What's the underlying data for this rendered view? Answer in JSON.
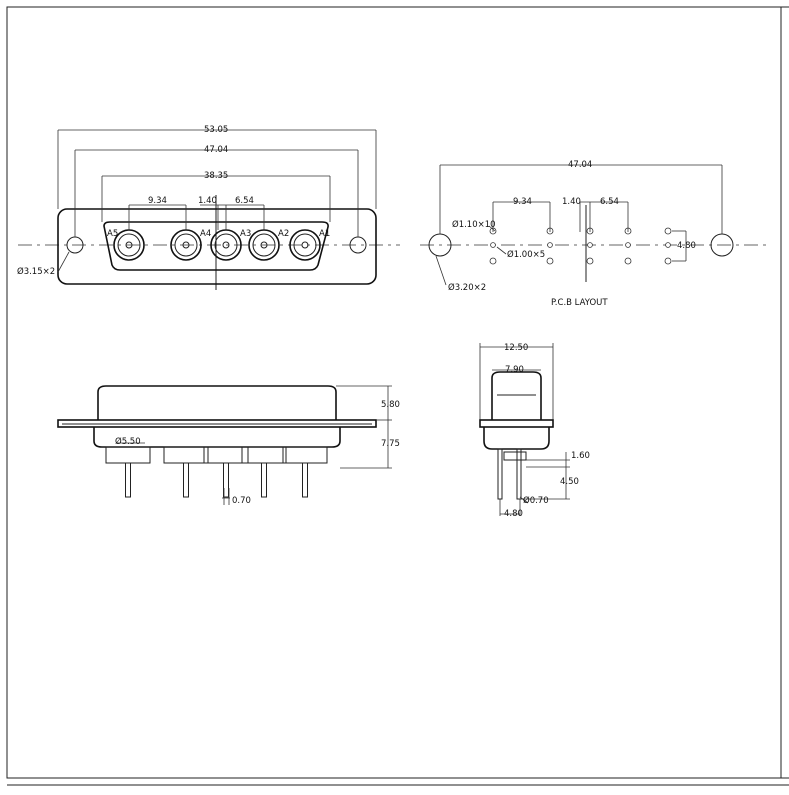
{
  "front_view": {
    "overall_width": "53.05",
    "mount_spacing": "47.04",
    "shell_width": "38.35",
    "contact_pitch": "9.34",
    "offset_a": "1.40",
    "offset_b": "6.54",
    "mount_hole": "Ø3.15×2",
    "contacts": [
      "A5",
      "A4",
      "A3",
      "A2",
      "A1"
    ]
  },
  "pcb_layout": {
    "title": "P.C.B LAYOUT",
    "mount_spacing": "47.04",
    "contact_pitch": "9.34",
    "offset_a": "1.40",
    "offset_b": "6.54",
    "row_spacing": "4.80",
    "hole_large": "Ø1.10×10",
    "hole_small": "Ø1.00×5",
    "mount_hole": "Ø3.20×2"
  },
  "side_view": {
    "shell_height": "5.80",
    "total_height": "7.75",
    "contact_diameter": "Ø5.50",
    "pin_diameter": "0.70"
  },
  "end_view": {
    "flange_width": "12.50",
    "shell_width": "7.90",
    "flange_thickness": "1.60",
    "pin_length": "4.50",
    "pin_diameter": "Ø0.70",
    "row_spacing": "4.80"
  }
}
